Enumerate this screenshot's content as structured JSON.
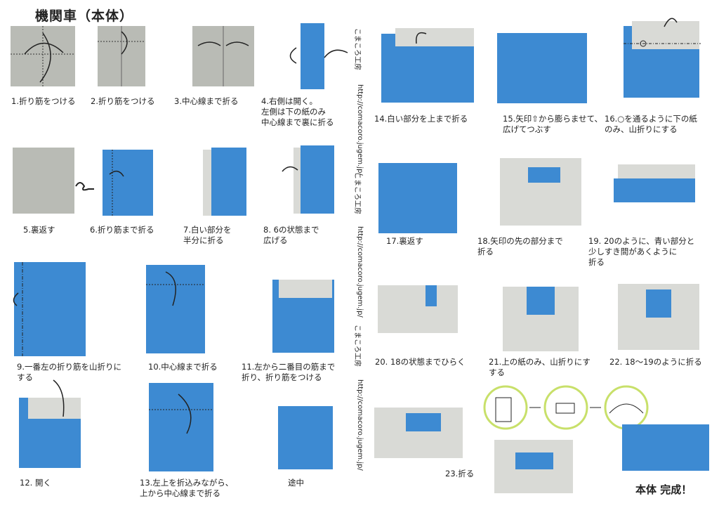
{
  "title": "機関車（本体）",
  "site_label": "こまころ工房",
  "site_url": "http://comacoro.jugem.jp/",
  "steps": {
    "s1": "1.折り筋をつける",
    "s2": "2.折り筋をつける",
    "s3": "3.中心線まで折る",
    "s4": "4.右側は開く。\n左側は下の紙のみ\n中心線まで裏に折る",
    "s5": "5.裏返す",
    "s6": "6.折り筋まで折る",
    "s7": "7.白い部分を\n半分に折る",
    "s8": "8. 6の状態まで\n広げる",
    "s9": "9.一番左の折り筋を山折りに\nする",
    "s10": "10.中心線まで折る",
    "s11": "11.左から二番目の筋まで\n折り、折り筋をつける",
    "s12": "12. 開く",
    "s13": "13.左上を折込みながら、\n上から中心線まで折る",
    "s13b": "途中",
    "s14": "14.白い部分を上まで折る",
    "s15": "15.矢印⇧から膨らませて、\n広げてつぶす",
    "s16": "16.○を通るように下の紙\nのみ、山折りにする",
    "s17": "17.裏返す",
    "s18": "18.矢印の先の部分まで\n折る",
    "s19": "19. 20のように、青い部分と\n少しすき間があくように\n折る",
    "s20": "20. 18の状態までひらく",
    "s21": "21.上の紙のみ、山折りにす\nする",
    "s22": "22. 18〜19のように折る",
    "s23": "23.折る",
    "done": "本体 完成！"
  },
  "colors": {
    "paper_gray": "#b9bbb5",
    "paper_blue": "#3d8ad2",
    "highlight_circle": "#c8e06a"
  }
}
